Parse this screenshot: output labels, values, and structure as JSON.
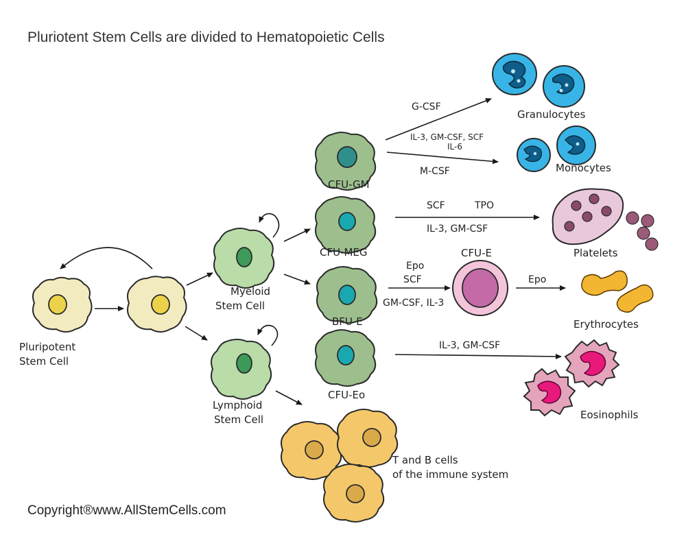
{
  "title": "Pluriotent Stem Cells are divided to Hematopoietic Cells",
  "copyright": "Copyright®www.AllStemCells.com",
  "colors": {
    "pluripotent": "#f3ebc0",
    "pluripotent_nucleus": "#ecd24a",
    "myeloid": "#b9dca8",
    "stem_nucleus": "#3e9a58",
    "cfu": "#9dbf8e",
    "cfu_nucleus_gm": "#2f8f8a",
    "cfu_nucleus": "#1aa8b0",
    "granulocyte": "#38b4e6",
    "platelet_cell": "#e9c8dc",
    "platelet_granule": "#8a4a6a",
    "cfu_e_cytoplasm": "#f4c4dc",
    "cfu_e_nucleus": "#c46aa6",
    "erythrocyte": "#f2b632",
    "eosinophil": "#e3a4bc",
    "eosinophil_nucleus": "#e8197a",
    "lymphocyte": "#f4c86a",
    "lymphocyte_nucleus": "#d9a94a"
  },
  "labels": {
    "pluripotent": [
      "Pluripotent",
      "Stem Cell"
    ],
    "myeloid": [
      "Myeloid",
      "Stem Cell"
    ],
    "lymphoid": [
      "Lymphoid",
      "Stem Cell"
    ],
    "cfu_gm": "CFU-GM",
    "cfu_meg": "CFU-MEG",
    "bfu_e": "BFU-E",
    "cfu_eo": "CFU-Eo",
    "cfu_e": "CFU-E",
    "granulocytes": "Granulocytes",
    "monocytes": "Monocytes",
    "platelets": "Platelets",
    "erythrocytes": "Erythrocytes",
    "eosinophils": "Eosinophils",
    "tb_cells": [
      "T and B cells",
      "of the immune system"
    ]
  },
  "cytokines": {
    "g_csf": "G-CSF",
    "gm_mix_1": "IL-3, GM-CSF, SCF",
    "gm_mix_2": "IL-6",
    "m_csf": "M-CSF",
    "scf": "SCF",
    "tpo": "TPO",
    "meg_mix": "IL-3, GM-CSF",
    "epo_1": "Epo",
    "scf_2": "SCF",
    "bfu_mix": "GM-CSF, IL-3",
    "epo_2": "Epo",
    "eo_mix": "IL-3, GM-CSF"
  }
}
